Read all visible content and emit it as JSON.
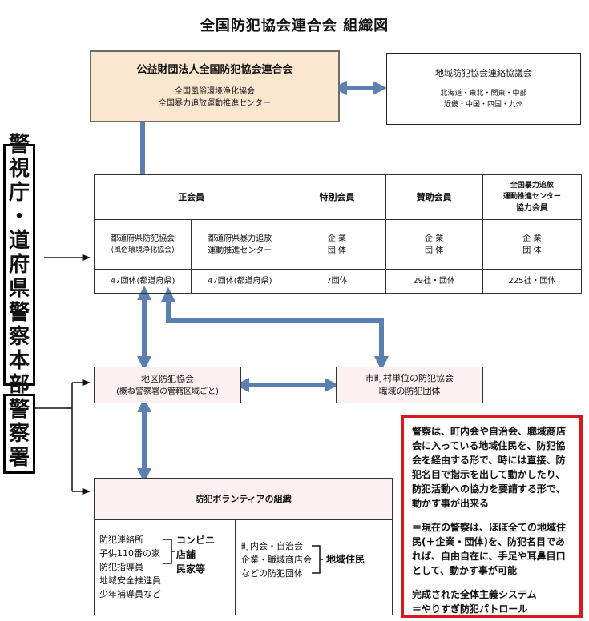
{
  "title": "全国防犯協会連合会 組織図",
  "colors": {
    "arrow": "#5b7fae",
    "peach": "#fbe6cf",
    "pink": "#fdf0f0",
    "red": "#d71920"
  },
  "top": {
    "name": "公益財団法人全国防犯協会連合会",
    "sub1": "全国風俗環境浄化協会",
    "sub2": "全国暴力追放運動推進センター"
  },
  "regional": {
    "name": "地域防犯協会連絡協議会",
    "line1": "北海道・東北・関東・中部",
    "line2": "近畿・中国・四国・九州"
  },
  "members": {
    "regular": "正会員",
    "special": "特別会員",
    "support": "賛助会員",
    "boryoku1": "全国暴力追放",
    "boryoku2": "運動推進センター",
    "boryoku3": "協力会員",
    "c1a": "都道府県防犯協会",
    "c1b": "(風俗環境浄化協会)",
    "c2a": "都道府県暴力追放",
    "c2b": "運動推進センター",
    "kigyo": "企 業",
    "dantai": "団 体",
    "n1": "47団体(都道府県)",
    "n2": "47団体(都道府県)",
    "n3": "7団体",
    "n4": "29社・団体",
    "n5": "225社・団体"
  },
  "police_hq": [
    "警",
    "視",
    "庁",
    "・",
    "道",
    "府",
    "県",
    "警",
    "察",
    "本",
    "部"
  ],
  "police_station": [
    "警",
    "察",
    "署"
  ],
  "district": {
    "line1": "地区防犯協会",
    "line2": "(概ね警察署の管轄区域ごと)"
  },
  "municipal": {
    "line1": "市町村単位の防犯協会",
    "line2": "職域の防犯団体"
  },
  "volunteer": {
    "title": "防犯ボランティアの組織",
    "left": [
      "防犯連絡所",
      "子供110番の家",
      "防犯指導員",
      "地域安全推進員",
      "少年補導員など"
    ],
    "left_tag": [
      "コンビニ",
      "店舗",
      "民家等"
    ],
    "right": [
      "町内会・自治会",
      "企業・職域商店会",
      "などの防犯団体"
    ],
    "right_tag": "地域住民"
  },
  "note": {
    "p1": "警察は、町内会や自治会、職域商店会に入っている地域住民を、防犯協会を経由する形で、時には直接、防犯名目で指示を出して動かしたり、防犯活動への協力を要請する形で、動かす事が出来る",
    "p2": "＝現在の警察は、ほぼ全ての地域住民(＋企業・団体)を、防犯名目であれば、自由自在に、手足や耳鼻目口として、動かす事が可能",
    "p3": "完成された全体主義システム\n＝やりすぎ防犯パトロール"
  }
}
